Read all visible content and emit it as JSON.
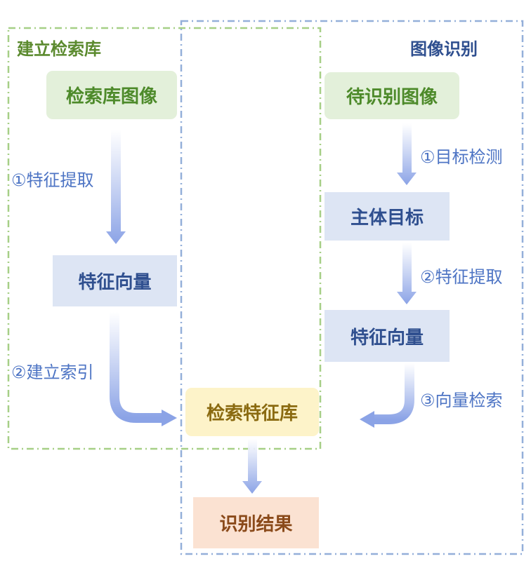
{
  "regions": {
    "build": {
      "title": "建立检索库",
      "color": "#8fbf6a",
      "title_color": "#5b8a2e"
    },
    "recognize": {
      "title": "图像识别",
      "color": "#7f9ed1",
      "title_color": "#2f4f8f"
    }
  },
  "nodes": {
    "gallery_images": {
      "label": "检索库图像",
      "bg": "#e3f0da",
      "color": "#4d8a2a"
    },
    "gallery_features": {
      "label": "特征向量",
      "bg": "#dde5f4",
      "color": "#2f4f8f"
    },
    "query_image": {
      "label": "待识别图像",
      "bg": "#e3f0da",
      "color": "#4d8a2a"
    },
    "main_target": {
      "label": "主体目标",
      "bg": "#dde5f4",
      "color": "#2f4f8f"
    },
    "query_features": {
      "label": "特征向量",
      "bg": "#dde5f4",
      "color": "#2f4f8f"
    },
    "feature_db": {
      "label": "检索特征库",
      "bg": "#fdf3c9",
      "color": "#8a6a10"
    },
    "result": {
      "label": "识别结果",
      "bg": "#fbe2d2",
      "color": "#8a4a1a"
    }
  },
  "steps": {
    "extract_left": "①特征提取",
    "build_index": "②建立索引",
    "detect": "①目标检测",
    "extract_right": "②特征提取",
    "vector_search": "③向量检索"
  },
  "arrow_color": "#8ba3e6"
}
